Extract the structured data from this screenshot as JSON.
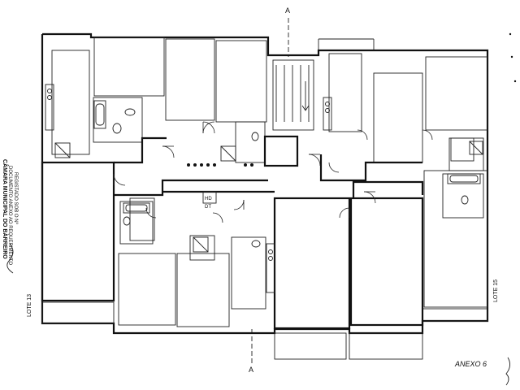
{
  "section_marks": {
    "top": "A",
    "bottom": "A"
  },
  "lot_labels": {
    "left": "LOTE 13",
    "right": "LOTE 15"
  },
  "room_tags": [
    "HD",
    "DT"
  ],
  "stamp": {
    "line1": "CÂMARA MUNICIPAL DO BARREIRO",
    "line2": "DOCUMENTO ANEXO AO REQUERIMENTO",
    "line3": "REGISTADO SOB O Nº"
  },
  "annex_label": "ANEXO 6"
}
